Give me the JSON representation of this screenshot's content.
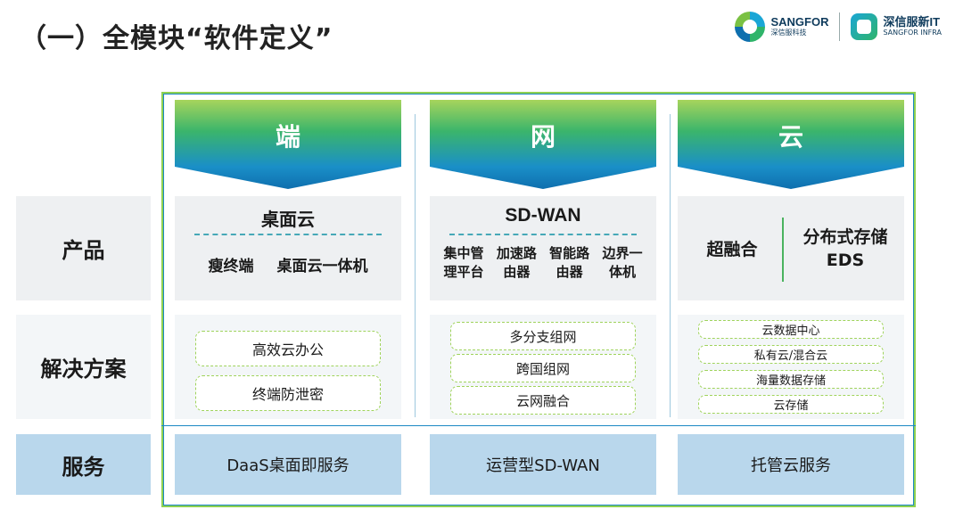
{
  "title": "（一）全模块“软件定义”",
  "logos": {
    "sangfor_main": "SANGFOR",
    "sangfor_sub": "深信服科技",
    "infra_main": "深信服新IT",
    "infra_sub": "SANGFOR INFRA"
  },
  "rows": {
    "product": "产品",
    "solution": "解决方案",
    "service": "服务"
  },
  "columns": [
    {
      "header": "端",
      "product_title": "桌面云",
      "product_items": [
        "瘦终端",
        "桌面云一体机"
      ],
      "solutions": [
        "高效云办公",
        "终端防泄密"
      ],
      "service": "DaaS桌面即服务"
    },
    {
      "header": "网",
      "product_title": "SD-WAN",
      "product_items": [
        "集中管理平台",
        "加速路由器",
        "智能路由器",
        "边界一体机"
      ],
      "solutions": [
        "多分支组网",
        "跨国组网",
        "云网融合"
      ],
      "service": "运营型SD-WAN"
    },
    {
      "header": "云",
      "product_left": "超融合",
      "product_right": "分布式存储EDS",
      "solutions": [
        "云数据中心",
        "私有云/混合云",
        "海量数据存储",
        "云存储"
      ],
      "service": "托管云服务"
    }
  ],
  "colors": {
    "frame_green": "#8fd14f",
    "frame_blue": "#1b88c4",
    "service_bg": "#b9d7ec",
    "panel_bg": "#eef0f2"
  }
}
